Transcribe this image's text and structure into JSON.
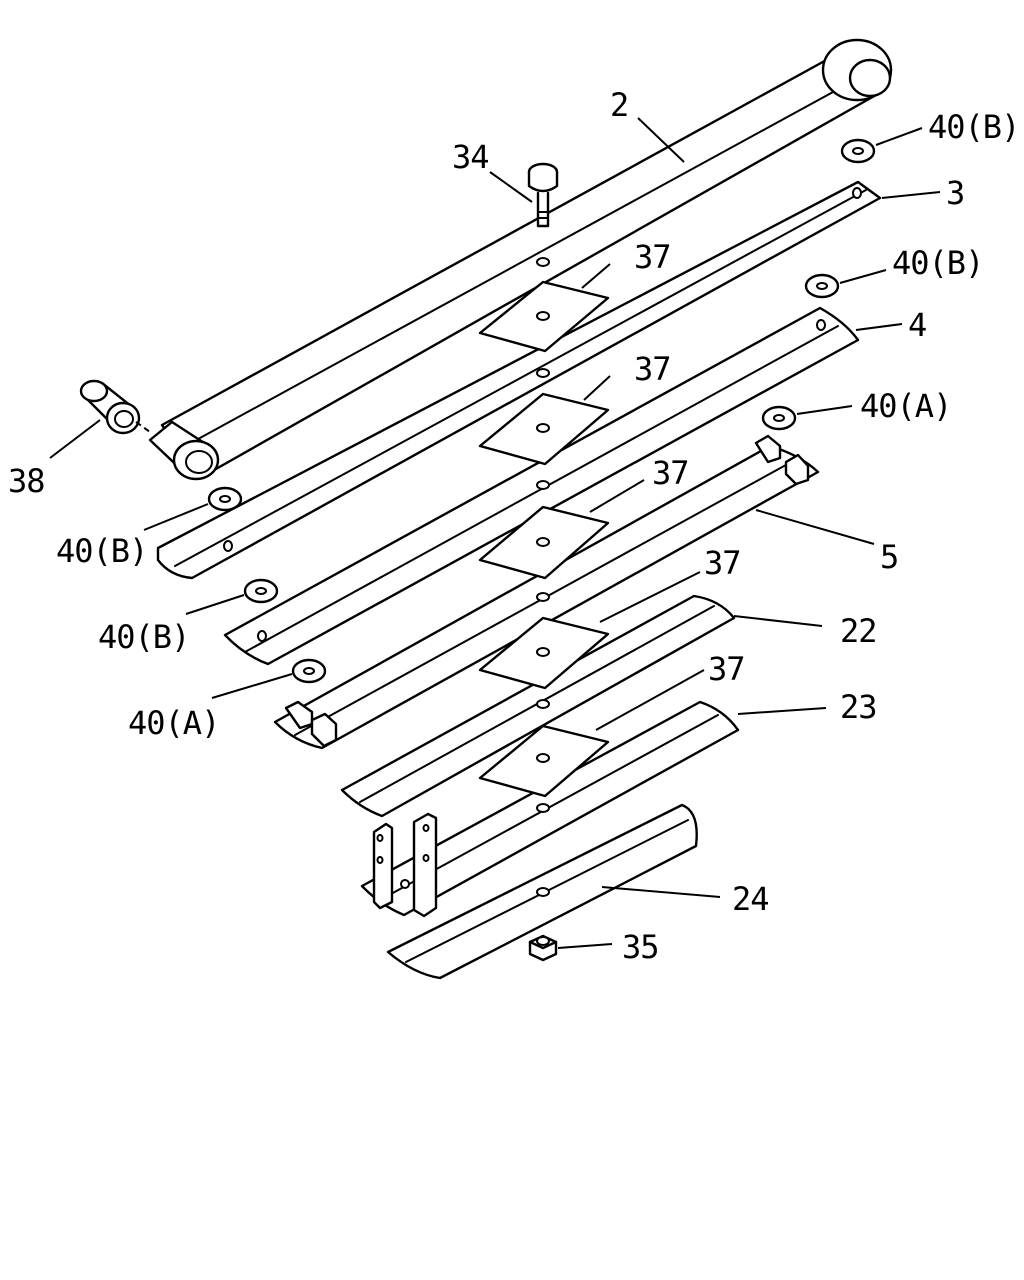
{
  "diagram": {
    "callouts": {
      "leaf_main": "2",
      "leaf_3": "3",
      "leaf_4": "4",
      "leaf_5": "5",
      "leaf_22": "22",
      "leaf_23": "23",
      "leaf_24": "24",
      "center_bolt": "34",
      "nut": "35",
      "bushing": "38",
      "pad_37_a": "37",
      "pad_37_b": "37",
      "pad_37_c": "37",
      "pad_37_d": "37",
      "pad_37_e": "37",
      "washer_b_top": "40(B)",
      "washer_b_right": "40(B)",
      "washer_a_right": "40(A)",
      "washer_b_left": "40(B)",
      "washer_b_left2": "40(B)",
      "washer_a_left": "40(A)"
    }
  }
}
